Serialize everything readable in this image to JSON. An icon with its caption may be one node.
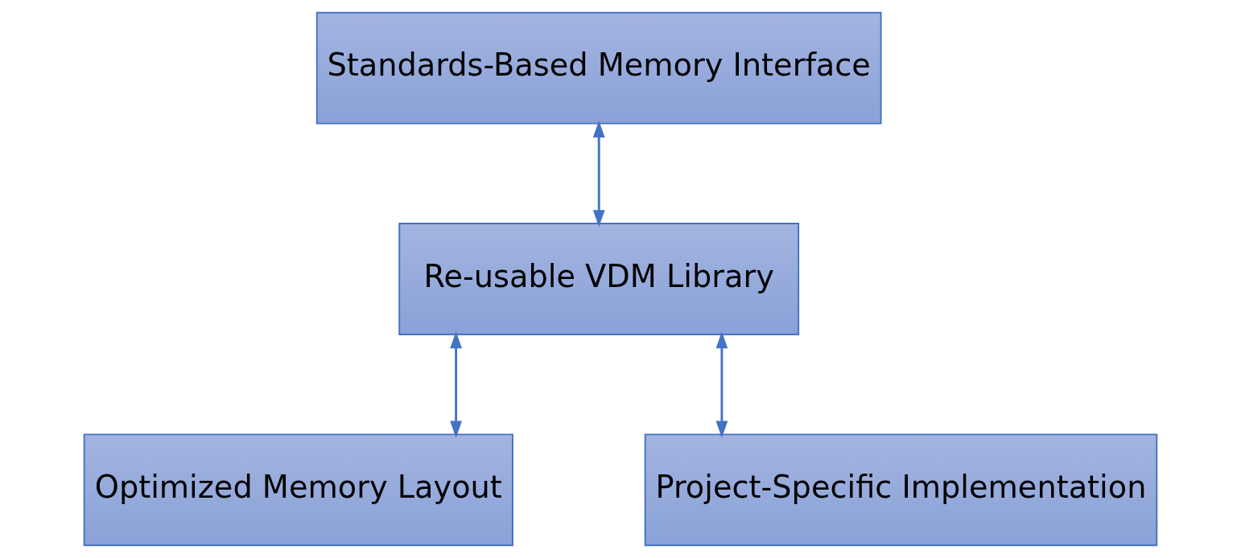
{
  "diagram": {
    "nodes": [
      {
        "text": [
          "Standards-Based Memory Interface"
        ]
      },
      {
        "text": [
          "Re-usable VDM Library"
        ]
      },
      {
        "text": [
          "Optimized Memory Layout"
        ]
      },
      {
        "text": [
          "Project-Specific Implementation"
        ]
      }
    ],
    "edges": [
      {
        "from": 0,
        "to": 1,
        "arrow": "both"
      },
      {
        "from": 1,
        "to": 2,
        "arrow": "both"
      },
      {
        "from": 1,
        "to": 3,
        "arrow": "both"
      }
    ]
  }
}
